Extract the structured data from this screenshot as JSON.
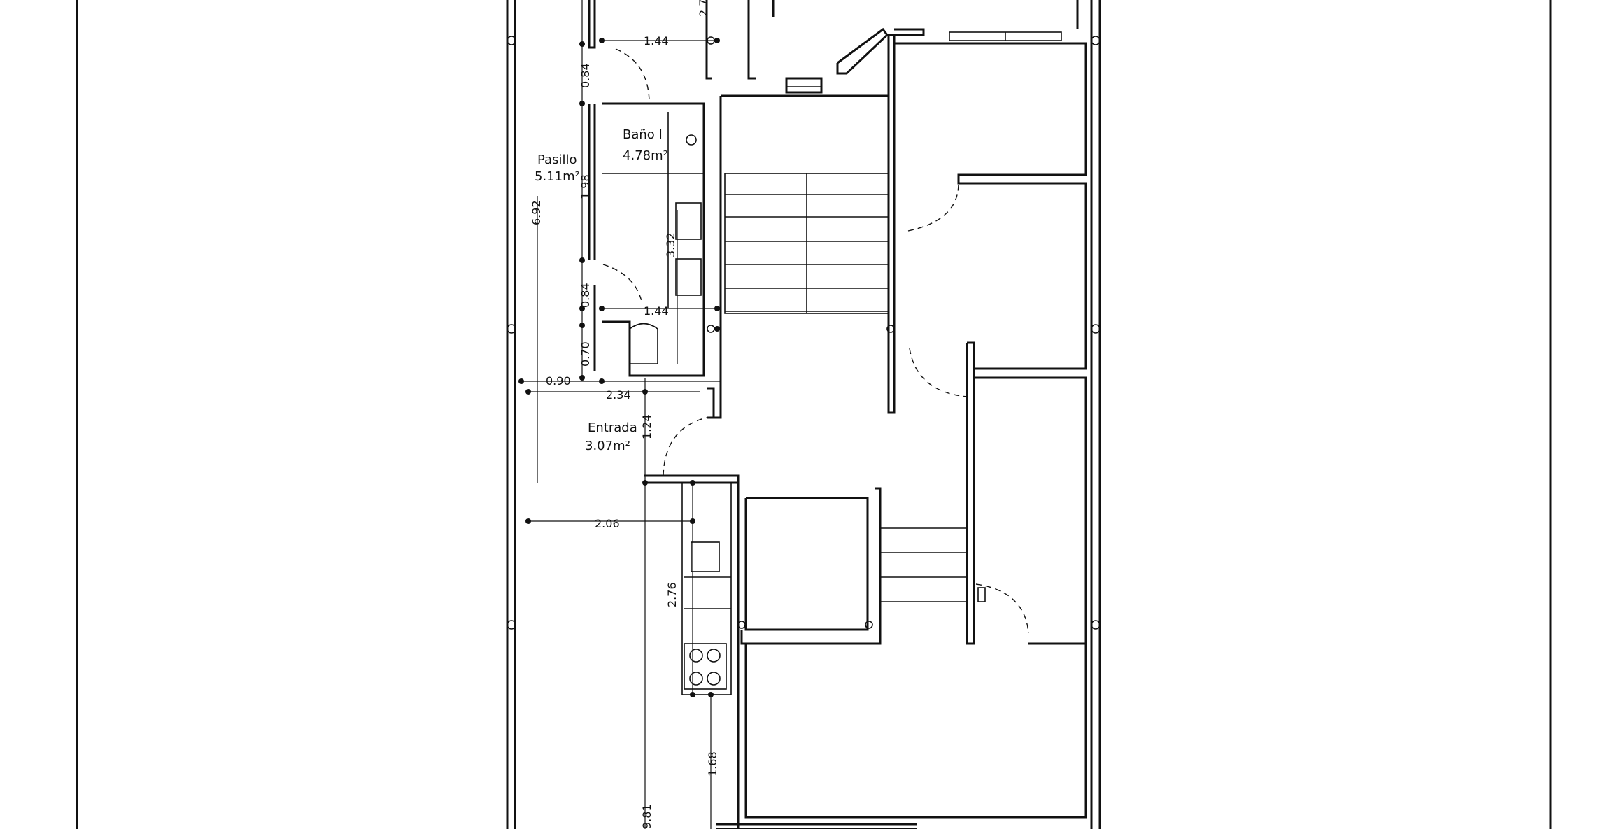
{
  "rooms": {
    "bano": {
      "name": "Baño I",
      "area": "4.78m²"
    },
    "pasillo": {
      "name": "Pasillo",
      "area": "5.11m²"
    },
    "entrada": {
      "name": "Entrada",
      "area": "3.07m²"
    }
  },
  "dimensions": {
    "top_144": "1.44",
    "top_partial_27": "2.7",
    "pas_084a": "0.84",
    "pas_198": "1.98",
    "pas_084b": "0.84",
    "pas_070": "0.70",
    "ban_332": "3.32",
    "ban_144": "1.44",
    "dim_692": "6.92",
    "dim_090": "0.90",
    "dim_234": "2.34",
    "dim_124": "1.24",
    "dim_206": "2.06",
    "dim_276": "2.76",
    "dim_168": "1.68",
    "dim_981": "9.81"
  }
}
